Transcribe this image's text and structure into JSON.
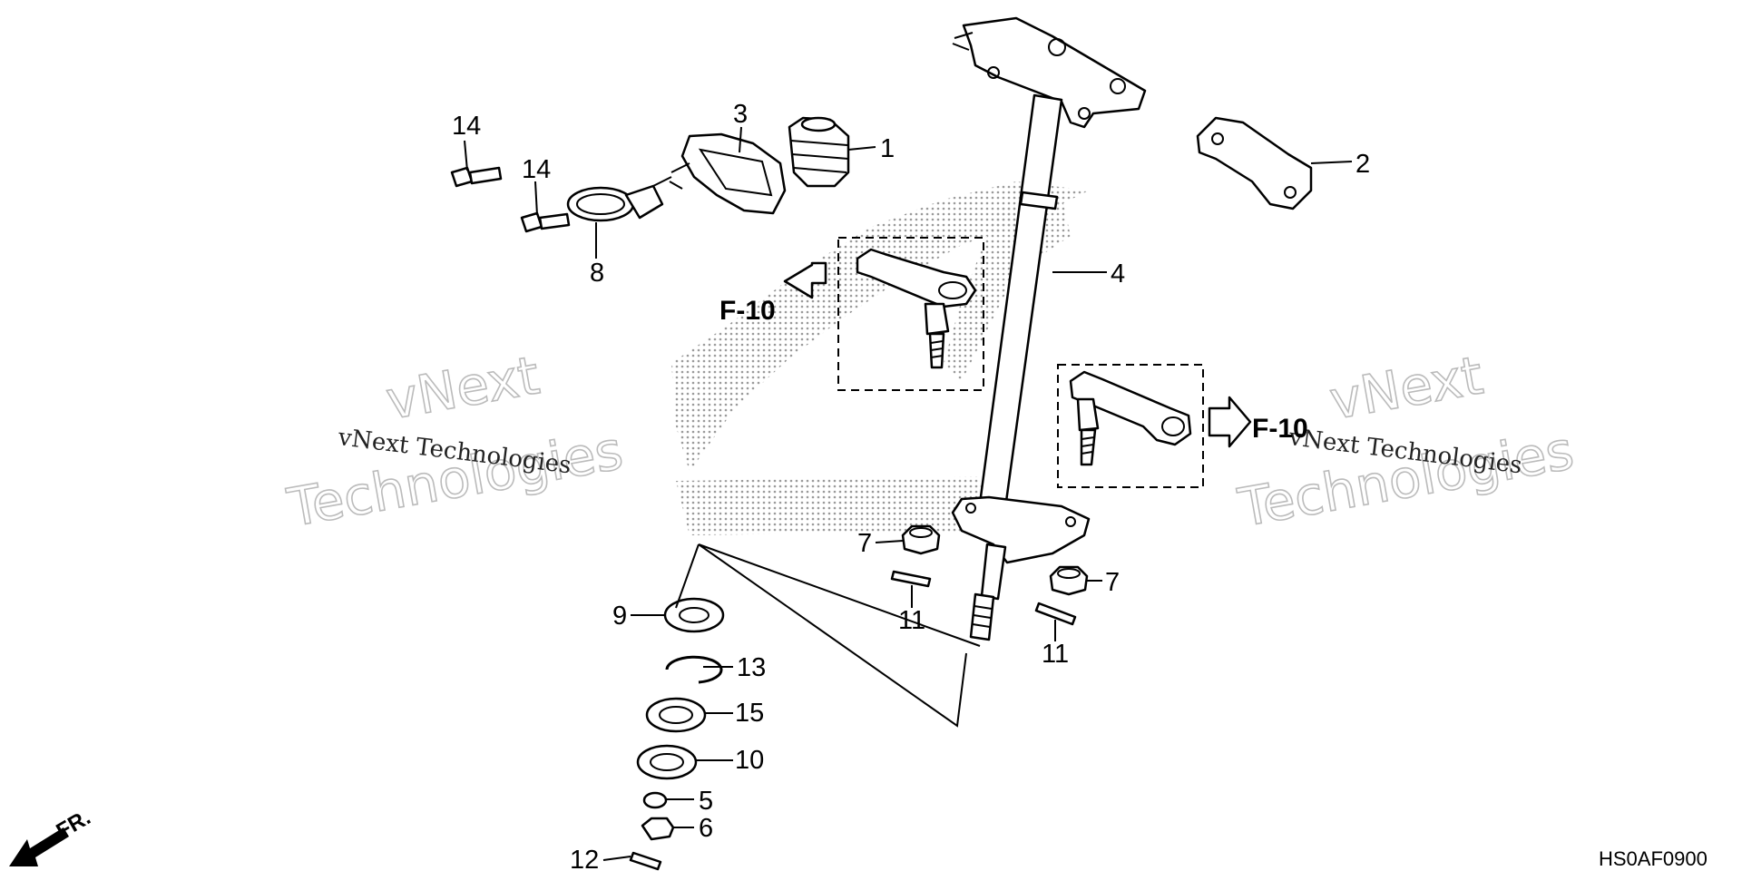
{
  "parts": {
    "p1": "1",
    "p2": "2",
    "p3": "3",
    "p4": "4",
    "p5": "5",
    "p6": "6",
    "p7a": "7",
    "p7b": "7",
    "p8": "8",
    "p9": "9",
    "p10": "10",
    "p11a": "11",
    "p11b": "11",
    "p12": "12",
    "p13": "13",
    "p14a": "14",
    "p14b": "14",
    "p15": "15"
  },
  "references": {
    "left": "F-10",
    "right": "F-10"
  },
  "direction_label": "FR.",
  "diagram_code": "HS0AF0900",
  "watermark": {
    "line_small": "vNext Technologies",
    "line1": "vNext",
    "line2": "Technologies"
  },
  "colors": {
    "ink": "#000000",
    "watermark": "#bbbbbb",
    "background": "#ffffff"
  }
}
